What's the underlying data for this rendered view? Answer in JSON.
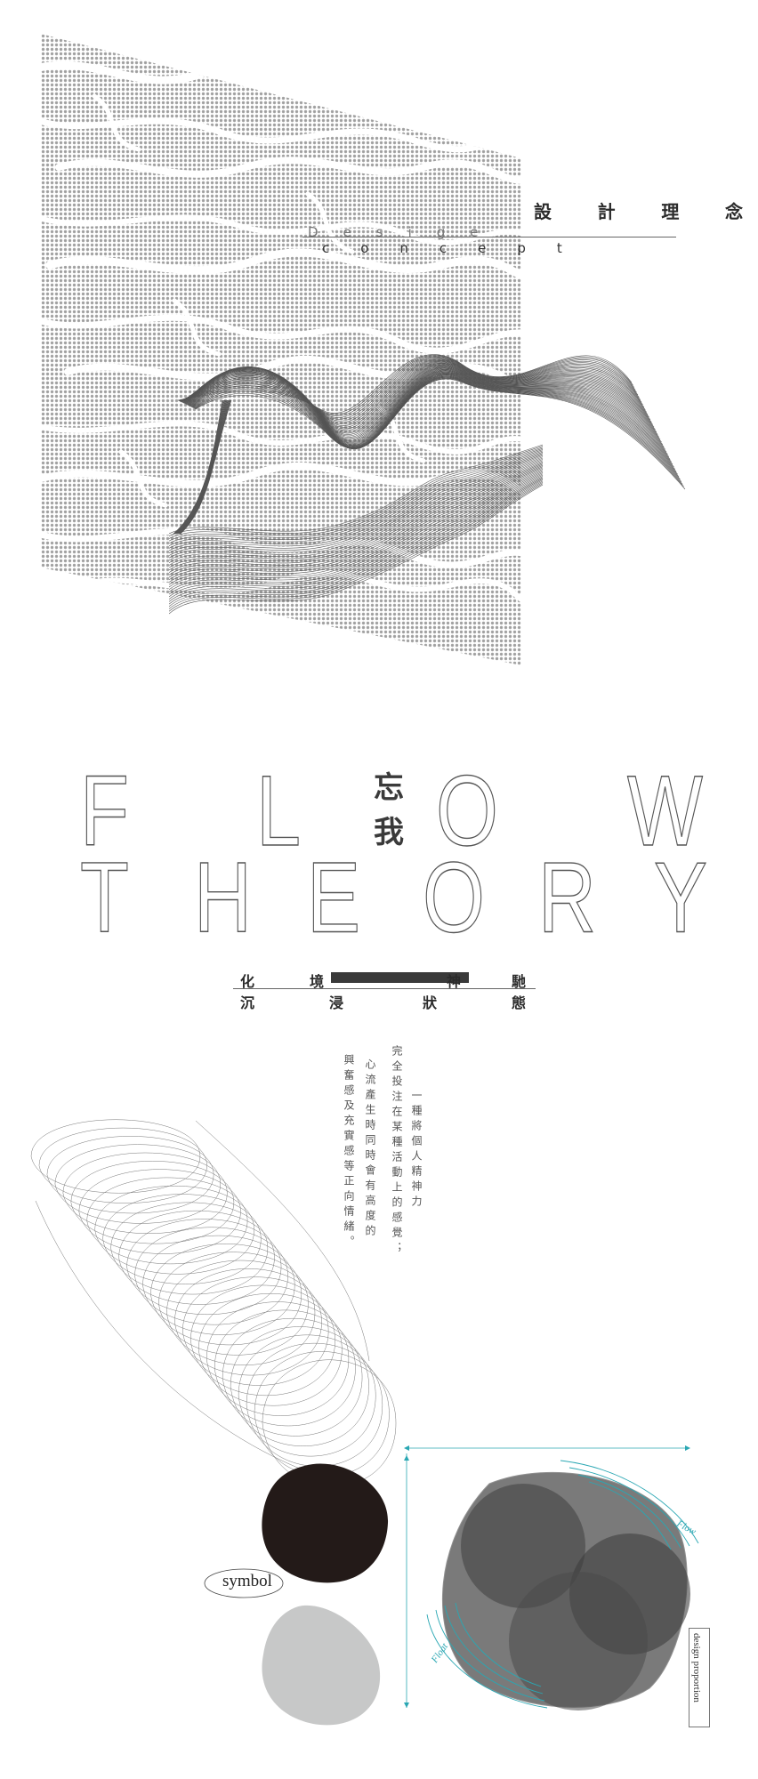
{
  "concept": {
    "title_chars": [
      "設",
      "計",
      "理",
      "念"
    ],
    "subtitle_word_1": "Desige",
    "subtitle_word_2": "concept"
  },
  "center_title": {
    "char_1": "忘",
    "char_2": "我"
  },
  "flow_letters": [
    "F",
    "L",
    "O",
    "W"
  ],
  "theory_letters": [
    "T",
    "H",
    "E",
    "O",
    "R",
    "Y"
  ],
  "phrases": {
    "row1": [
      "化",
      "境",
      "神",
      "馳"
    ],
    "row2": [
      "沉",
      "浸",
      "狀",
      "態"
    ]
  },
  "description_columns": [
    "一種將個人精神力",
    "完全投注在某種活動上的感覺；",
    "心流產生時同時會有高度的",
    "興奮感及充實感等正向情緒。"
  ],
  "symbol_label": "symbol",
  "annotations": {
    "flow": "Flow",
    "float": "Float",
    "proportion": "design proportion"
  },
  "colors": {
    "accent_teal": "#2aa7b3",
    "dark_blob": "#231a18",
    "light_blob": "#c7c8c8",
    "halftone": "#9a9a9a"
  }
}
